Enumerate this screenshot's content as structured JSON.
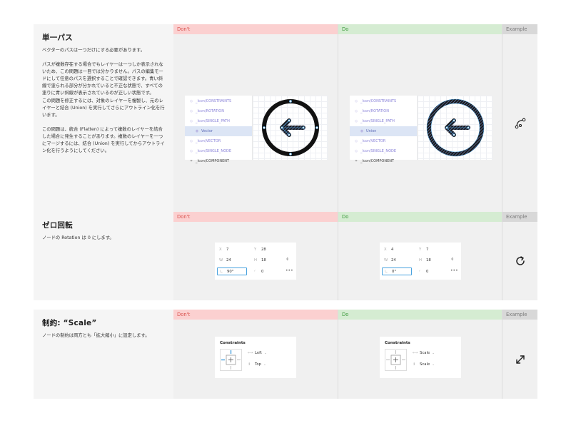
{
  "labels": {
    "dont": "Don't",
    "do": "Do",
    "example": "Example"
  },
  "sections": [
    {
      "title": "単一パス",
      "paragraphs": [
        "ベクターのパスは一つだけにする必要があります。",
        "パスが複数存在する場合でもレイヤーは一つしか表示されないため、この問題は一目では分かりません。パスの編集モードにして任意のパスを選択することで確認できます。青い斜線で塗られる部分が分かれていると不正な状態で、すべての塗りに青い斜線が表示されているのが正しい状態です。\nこの問題を修正するには、対象のレイヤーを複製し、元のレイヤーと結合 (Union) を実行してさらにアウトライン化を行います。",
        "この問題は、統合 (Flatten) によって複数のレイヤーを結合した場合に発生することがあります。複数のレイヤーを一つにマージするには、結合 (Union) を実行してからアウトライン化を行うようにしてください。"
      ],
      "dont_layers": [
        "_Icon/CONSTRAINTS",
        "_Icon/ROTATION",
        "_Icon/SINGLE_PATH",
        "Vector",
        "_Icon/VECTOR",
        "_Icon/SINGLE_NODE",
        "_Icon/COMPONENT"
      ],
      "do_layers": [
        "_Icon/CONSTRAINTS",
        "_Icon/ROTATION",
        "_Icon/SINGLE_PATH",
        "Union",
        "_Icon/VECTOR",
        "_Icon/SINGLE_NODE",
        "_Icon/COMPONENT"
      ],
      "example_icon": "bezier-path-icon"
    },
    {
      "title": "ゼロ回転",
      "paragraphs": [
        "ノードの Rotation は 0 にします。"
      ],
      "dont_transform": {
        "x_label": "X",
        "x": "7",
        "y_label": "Y",
        "y": "28",
        "w_label": "W",
        "w": "24",
        "h_label": "H",
        "h": "18",
        "r": "90°",
        "radius": "0"
      },
      "do_transform": {
        "x_label": "X",
        "x": "4",
        "y_label": "Y",
        "y": "7",
        "w_label": "W",
        "w": "24",
        "h_label": "H",
        "h": "18",
        "r": "0°",
        "radius": "0"
      },
      "example_icon": "rotate-icon"
    },
    {
      "title": "制約: “Scale”",
      "paragraphs": [
        "ノードの制約は両方とも「拡大縮小」に設定します。"
      ],
      "dont_constraints": {
        "title": "Constraints",
        "horizontal": "Left",
        "vertical": "Top"
      },
      "do_constraints": {
        "title": "Constraints",
        "horizontal": "Scale",
        "vertical": "Scale"
      },
      "example_icon": "expand-arrows-icon"
    }
  ],
  "colors": {
    "dont_bg": "#fbd0d0",
    "do_bg": "#d5ecd2",
    "example_bg": "#d8d8d8",
    "selection": "#4aa3df"
  }
}
